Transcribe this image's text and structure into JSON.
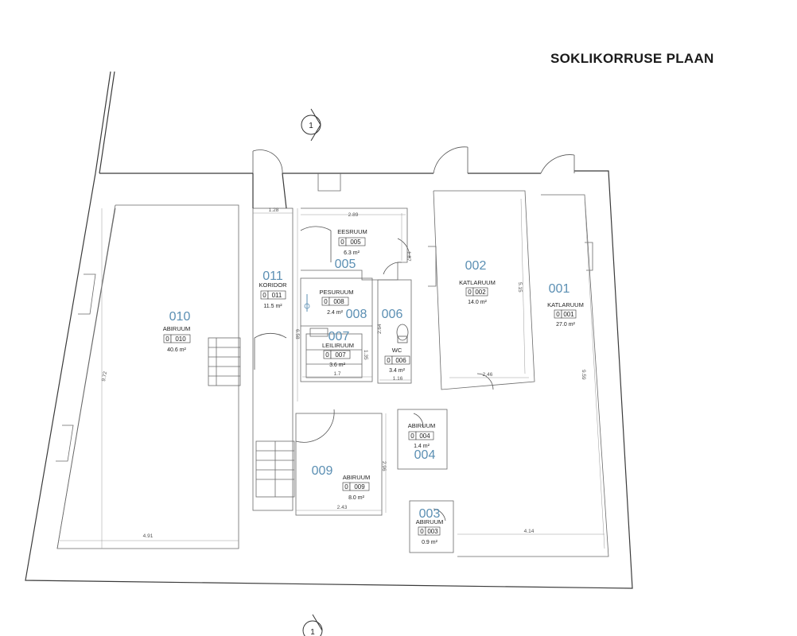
{
  "title": "SOKLIKORRUSE PLAAN",
  "section_marker": "1",
  "rooms": [
    {
      "number": "001",
      "name": "KATLARUUM",
      "code_level": "0",
      "code": "001",
      "area": "27.0 m²"
    },
    {
      "number": "002",
      "name": "KATLARUUM",
      "code_level": "0",
      "code": "002",
      "area": "14.0 m²"
    },
    {
      "number": "003",
      "name": "ABIRUUM",
      "code_level": "0",
      "code": "003",
      "area": "0.9 m²"
    },
    {
      "number": "004",
      "name": "ABIRUUM",
      "code_level": "0",
      "code": "004",
      "area": "1.4 m²"
    },
    {
      "number": "005",
      "name": "EESRUUM",
      "code_level": "0",
      "code": "005",
      "area": "6.3 m²"
    },
    {
      "number": "006",
      "name": "WC",
      "code_level": "0",
      "code": "006",
      "area": "3.4 m²"
    },
    {
      "number": "007",
      "name": "LEILIRUUM",
      "code_level": "0",
      "code": "007",
      "area": "3.6 m²"
    },
    {
      "number": "008",
      "name": "PESURUUM",
      "code_level": "0",
      "code": "008",
      "area": "2.4 m²"
    },
    {
      "number": "009",
      "name": "ABIRUUM",
      "code_level": "0",
      "code": "009",
      "area": "8.0 m²"
    },
    {
      "number": "010",
      "name": "ABIRUUM",
      "code_level": "0",
      "code": "010",
      "area": "40.6 m²"
    },
    {
      "number": "011",
      "name": "KORIDOR",
      "code_level": "0",
      "code": "011",
      "area": "11.5 m²"
    }
  ],
  "dimensions": {
    "d_128": "1.28",
    "d_289": "2.89",
    "d_187": "1.87",
    "d_658": "6.58",
    "d_972": "9.72",
    "d_491": "4.91",
    "d_515": "5.15",
    "d_246": "2.46",
    "d_959": "9.59",
    "d_414": "4.14",
    "d_264": "2.64",
    "d_135": "1.35",
    "d_17": "1.7",
    "d_116": "1.16",
    "d_296": "2.96",
    "d_243": "2.43"
  }
}
